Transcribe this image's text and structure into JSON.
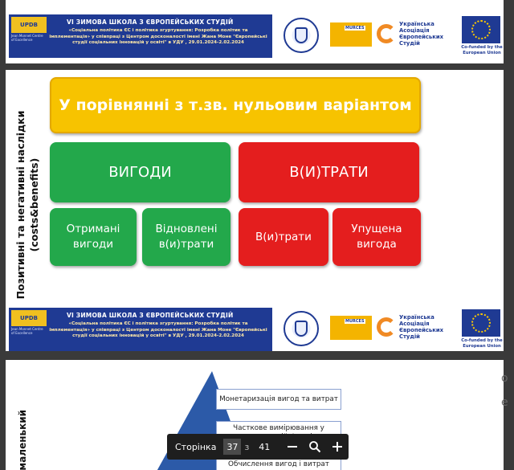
{
  "header": {
    "logo_text": "UPDB",
    "logo_sub": "Jean Monnet Centre of Excellence",
    "title": "VI  ЗИМОВА ШКОЛА З ЄВРОПЕЙСЬКИХ СТУДІЙ",
    "description": "«Соціальна політика ЄС і політика згуртування: Розробка політик та імплементація» у співпраці з Центром досконалості імені Жана Моне  \"Європейські студії соціальних інновацій у освіті\" в УДУ , 29.01.2024-2.02.2024",
    "monnet_label": "MURCES",
    "association_text": [
      "Українська",
      "Асоціація",
      "Європейських",
      "Студій"
    ],
    "eu_label": "Co-funded by the European Union"
  },
  "slide": {
    "side_label": "Позитивні та негативні наслідки (costs&benefits)",
    "top_box": "У порівнянні з т.зв. нульовим варіантом",
    "benefits": "ВИГОДИ",
    "costs": "В(И)ТРАТИ",
    "received_benefits": "Отримані вигоди",
    "restored_costs": "Відновлені в(и)трати",
    "costs_small": "В(и)трати",
    "lost_benefit": "Упущена вигода"
  },
  "next_slide": {
    "side_label": "/маленький",
    "items": [
      "Монетаризація вигод та витрат",
      "Часткове вимірювання у монетарній формі",
      "Обчислення вигод і витрат"
    ],
    "edge_chars": [
      "о",
      "е"
    ]
  },
  "toolbar": {
    "page_label": "Сторінка",
    "current_page": "37",
    "separator": "з",
    "total_pages": "41"
  },
  "colors": {
    "header_blue": "#1f3a93",
    "yellow": "#f7c300",
    "green": "#23a84b",
    "red": "#e41e1e",
    "pyramid_blue": "#2c5aa8"
  },
  "icons": [
    "zoom-out-icon",
    "zoom-in-icon",
    "search-icon"
  ]
}
